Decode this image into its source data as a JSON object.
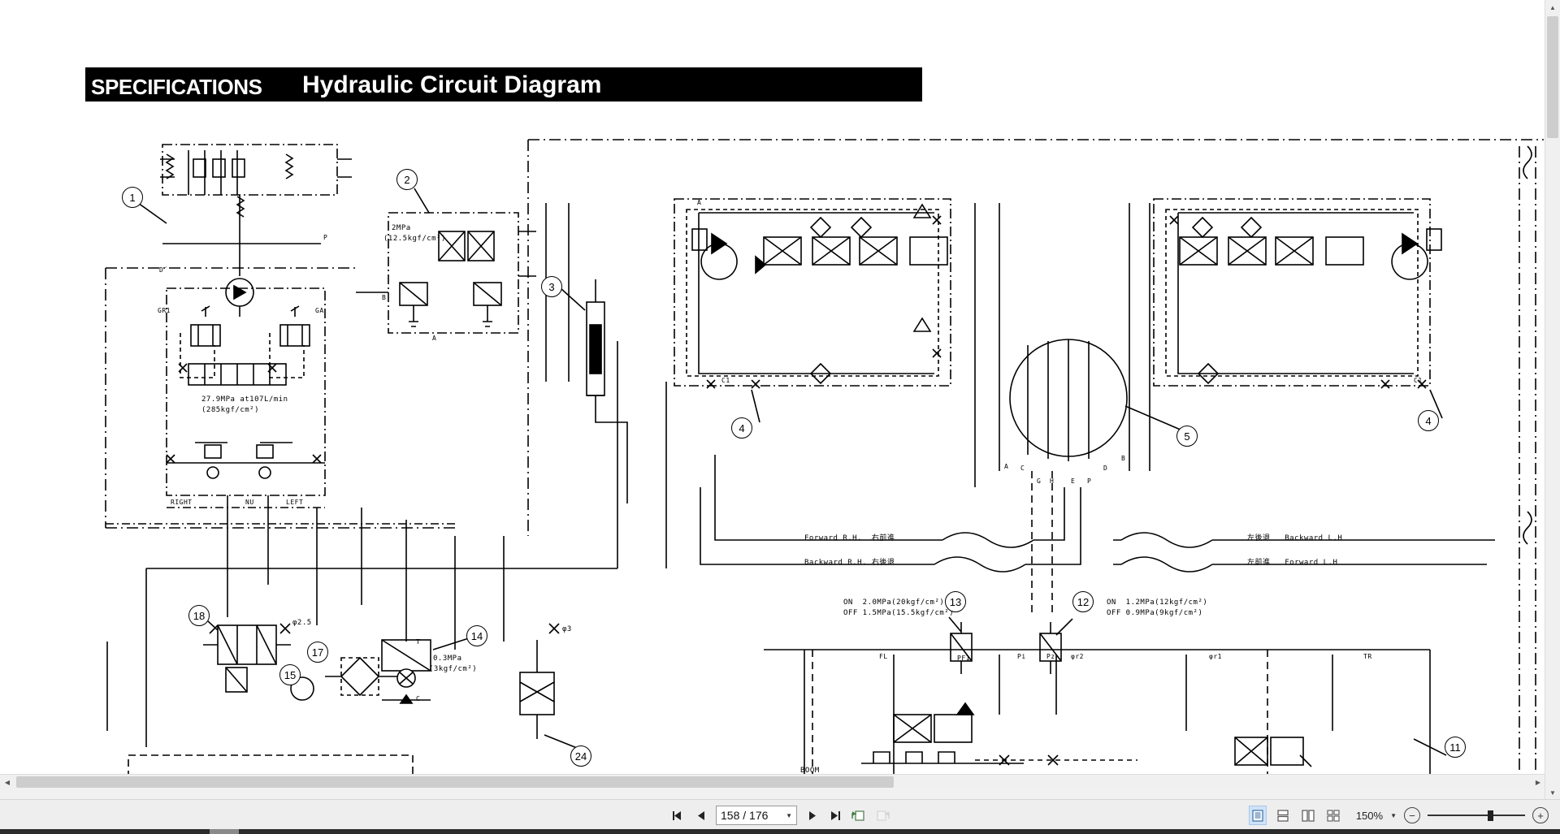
{
  "document": {
    "header_tag": "SPECIFICATIONS",
    "header_title": "Hydraulic Circuit Diagram"
  },
  "diagram": {
    "type": "hydraulic-circuit-schematic",
    "annotations": [
      {
        "id": "pump-pressure",
        "text": "27.9MPa at107L/min",
        "sub": "(285kgf/cm²)"
      },
      {
        "id": "pilot-pressure",
        "text": "2MPa",
        "sub": "(12.5kgf/cm²)"
      },
      {
        "id": "return-pressure",
        "text": "0.3MPa",
        "sub": "(3kgf/cm²)"
      },
      {
        "id": "switch-13",
        "text": "ON  2.0MPa(20kgf/cm²)",
        "sub": "OFF 1.5MPa(15.5kgf/cm²)"
      },
      {
        "id": "switch-12",
        "text": "ON  1.2MPa(12kgf/cm²)",
        "sub": "OFF 0.9MPa(9kgf/cm²)"
      }
    ],
    "travel_lines": [
      {
        "id": "fwd-rh",
        "label": "Forward R.H.  右前進"
      },
      {
        "id": "bwd-rh",
        "label": "Backward R.H. 右後退"
      },
      {
        "id": "bwd-lh",
        "label": "左後退   Backward L.H"
      },
      {
        "id": "fwd-lh",
        "label": "左前進   Forward L.H"
      }
    ],
    "orifices": [
      {
        "id": "orifice-25",
        "label": "φ2.5"
      },
      {
        "id": "orifice-3",
        "label": "φ3"
      }
    ],
    "port_labels_left": [
      "GR1",
      "GA",
      "P",
      "D´",
      "A",
      "B",
      "RIGHT",
      "NU",
      "LEFT",
      "T",
      "C"
    ],
    "function_labels": [
      "BOOM"
    ],
    "valve_ports": [
      "A",
      "B",
      "C1",
      "C",
      "G",
      "H",
      "E",
      "P",
      "D",
      "PF1",
      "Pi",
      "Pz",
      "FL",
      "φr1",
      "φr2",
      "TR"
    ],
    "callouts": [
      {
        "n": "1"
      },
      {
        "n": "2"
      },
      {
        "n": "3"
      },
      {
        "n": "4"
      },
      {
        "n": "4"
      },
      {
        "n": "5"
      },
      {
        "n": "11"
      },
      {
        "n": "12"
      },
      {
        "n": "13"
      },
      {
        "n": "14"
      },
      {
        "n": "15"
      },
      {
        "n": "17"
      },
      {
        "n": "18"
      },
      {
        "n": "24"
      }
    ]
  },
  "toolbar": {
    "first_page_icon": "first-page-icon",
    "prev_page_icon": "prev-page-icon",
    "next_page_icon": "next-page-icon",
    "last_page_icon": "last-page-icon",
    "page_value": "158 / 176",
    "page_current": "158",
    "page_total": "176",
    "page_dropdown_icon": "chevron-down-icon",
    "fit_page_icon": "fit-page-icon",
    "fit_width_icon": "fit-width-icon",
    "layout_single_icon": "single-page-icon",
    "layout_continuous_icon": "continuous-page-icon",
    "layout_twoup_icon": "two-up-icon",
    "layout_twoup_cover_icon": "two-up-cover-icon",
    "zoom_value": "150%",
    "zoom_dropdown_icon": "chevron-down-icon",
    "zoom_out_icon": "minus-circle-icon",
    "zoom_in_icon": "plus-circle-icon"
  },
  "scrollbars": {
    "vertical_up_icon": "caret-up-icon",
    "vertical_down_icon": "caret-down-icon",
    "horizontal_left_icon": "caret-left-icon",
    "horizontal_right_icon": "caret-right-icon"
  }
}
